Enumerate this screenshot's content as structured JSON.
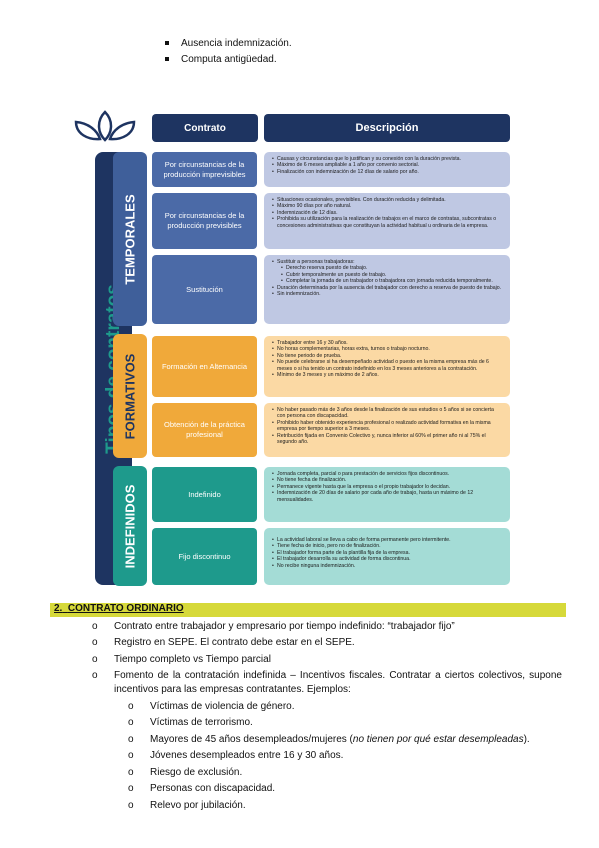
{
  "top_bullets": [
    "Ausencia indemnización.",
    "Computa antigüedad."
  ],
  "infographic": {
    "header": {
      "contrato": "Contrato",
      "descripcion": "Descripción"
    },
    "main_label": "Tipos de contratos",
    "categories": [
      {
        "name": "TEMPORALES",
        "color": "#3f5f9a",
        "rows": [
          {
            "type": "Por circunstancias de la producción imprevisibles",
            "items": [
              {
                "t": "Causas y circunstancias que lo justifican y su conexión con la duración prevista."
              },
              {
                "t": "Máximo de 6 meses ampliable a 1 año por convenio sectorial."
              },
              {
                "t": "Finalización con indemnización de 12 días de salario por año."
              }
            ]
          },
          {
            "type": "Por circunstancias de la producción previsibles",
            "items": [
              {
                "t": "Situaciones ocasionales, previsibles. Con duración reducida y delimitada."
              },
              {
                "t": "Máximo 90 días por año natural."
              },
              {
                "t": "Indemnización de 12 días."
              },
              {
                "t": "Prohibida su utilización para la realización de trabajos en el marco de contratas, subcontratas o concesiones administrativas que constituyan la actividad habitual u ordinaria de la empresa."
              }
            ]
          },
          {
            "type": "Sustitución",
            "items": [
              {
                "t": "Sustituir a personas trabajadoras:"
              },
              {
                "t": "Derecho reserva puesto de trabajo.",
                "sub": true
              },
              {
                "t": "Cubrir temporalmente un puesto de trabajo.",
                "sub": true
              },
              {
                "t": "Completar la jornada de un trabajador o trabajadora con jornada reducida temporalmente.",
                "sub": true
              },
              {
                "t": "Duración determinada por la ausencia del trabajador con derecho a reserva de puesto de trabajo."
              },
              {
                "t": "Sin indemnización."
              }
            ]
          }
        ]
      },
      {
        "name": "FORMATIVOS",
        "color": "#f0a93a",
        "rows": [
          {
            "type": "Formación en Alternancia",
            "items": [
              {
                "t": "Trabajador entre 16 y 30 años."
              },
              {
                "t": "No horas complementarias, horas extra, turnos o trabajo nocturno."
              },
              {
                "t": "No tiene periodo de prueba."
              },
              {
                "t": "No puede celebrarse si ha desempeñado actividad o puesto en la misma empresa más de 6 meses o si ha tenido un contrato indefinido en los 3 meses anteriores a la contratación."
              },
              {
                "t": "Mínimo de 3 meses y un máximo de 2 años."
              }
            ]
          },
          {
            "type": "Obtención de la práctica profesional",
            "items": [
              {
                "t": "No haber pasado más de 3 años desde la finalización de sus estudios o 5 años si se concierta con persona con discapacidad."
              },
              {
                "t": "Prohibido haber obtenido experiencia profesional o realizado actividad formativa en la misma empresa por tiempo superior a 3 meses."
              },
              {
                "t": "Retribución fijada en Convenio Colectivo y, nunca inferior al 60% el primer año ni al 75% el segundo año."
              }
            ]
          }
        ]
      },
      {
        "name": "INDEFINIDOS",
        "color": "#1e9a8c",
        "rows": [
          {
            "type": "Indefinido",
            "items": [
              {
                "t": "Jornada completa, parcial o para prestación de servicios fijos discontinuos."
              },
              {
                "t": "No tiene fecha de finalización."
              },
              {
                "t": "Permanece vigente hasta que la empresa o el propio trabajador lo decidan."
              },
              {
                "t": "Indemnización de 20 días de salario por cada año de trabajo, hasta un máximo de 12 mensualidades."
              }
            ]
          },
          {
            "type": "Fijo discontinuo",
            "items": [
              {
                "t": "La actividad laboral se lleva a cabo de forma permanente pero intermitente."
              },
              {
                "t": "Tiene fecha de inicio, pero no de finalización."
              },
              {
                "t": "El trabajador forma parte de la plantilla fija de la empresa."
              },
              {
                "t": "El trabajador desarrolla su actividad de forma discontinua."
              },
              {
                "t": "No recibe ninguna indemnización."
              }
            ]
          }
        ]
      }
    ]
  },
  "section2": {
    "number": "2.",
    "title": "CONTRATO ORDINARIO",
    "items": [
      "Contrato entre trabajador y empresario por tiempo indefinido: “trabajador fijo”",
      "Registro en SEPE. El contrato debe estar en el SEPE.",
      "Tiempo completo vs Tiempo parcial",
      "Fomento de la contratación indefinida – Incentivos fiscales. Contratar a ciertos colectivos, supone incentivos para las empresas contratantes. Ejemplos:"
    ],
    "examples": [
      {
        "text": "Víctimas de violencia de género."
      },
      {
        "text": "Víctimas de terrorismo."
      },
      {
        "text": "Mayores de 45 años desempleados/mujeres (",
        "italic": "no tienen por qué estar desempleadas",
        "tail": ")."
      },
      {
        "text": "Jóvenes desempleados entre 16 y 30 años."
      },
      {
        "text": "Riesgo de exclusión."
      },
      {
        "text": "Personas con discapacidad."
      },
      {
        "text": "Relevo por jubilación."
      }
    ]
  }
}
